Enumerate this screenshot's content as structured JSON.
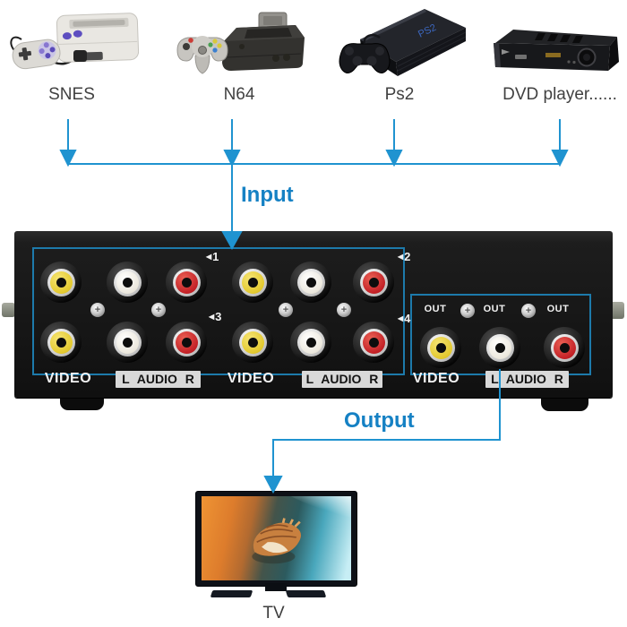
{
  "palette": {
    "accent_blue": "#1787c8",
    "box_outline_blue": "#1d7aab",
    "box_black": "#161616",
    "jack_yellow": "#e3c92e",
    "jack_white": "#ece8dd",
    "jack_red": "#c32126",
    "audio_strip_gray": "#d9d9d9"
  },
  "sources": {
    "items": [
      {
        "label": "SNES"
      },
      {
        "label": "N64"
      },
      {
        "label": "Ps2"
      },
      {
        "label": "DVD player......"
      }
    ]
  },
  "flow": {
    "input_label": "Input",
    "output_label": "Output"
  },
  "switch_box": {
    "input_markers": [
      {
        "glyph": "◀",
        "number": "1"
      },
      {
        "glyph": "◀",
        "number": "2"
      },
      {
        "glyph": "◀",
        "number": "3"
      },
      {
        "glyph": "◀",
        "number": "4"
      }
    ],
    "out_labels": [
      "OUT",
      "OUT",
      "OUT"
    ],
    "port_groups": [
      {
        "video": "VIDEO",
        "audio": "L AUDIO R"
      },
      {
        "video": "VIDEO",
        "audio": "L AUDIO R"
      },
      {
        "video": "VIDEO",
        "audio": "L AUDIO R"
      }
    ]
  },
  "output_device": {
    "label": "TV"
  }
}
